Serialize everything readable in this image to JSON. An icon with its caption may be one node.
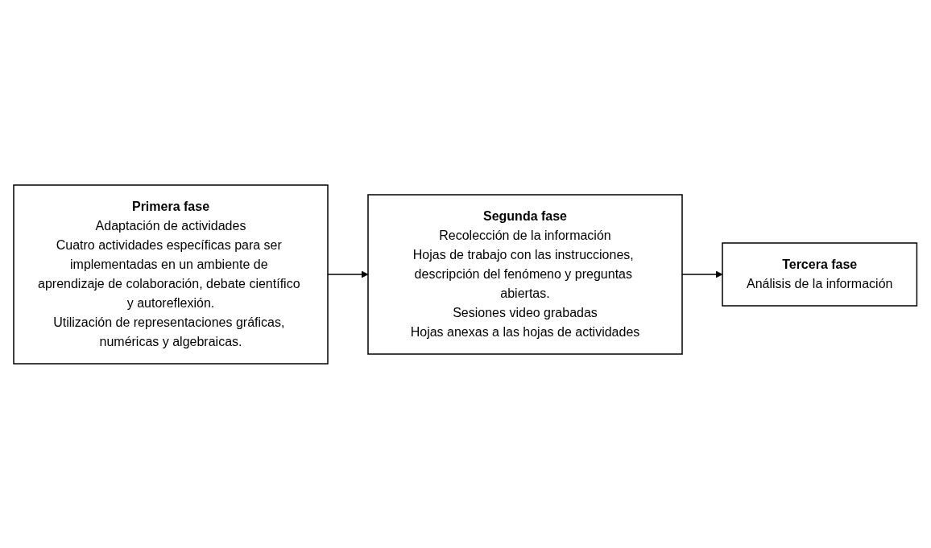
{
  "diagram": {
    "nodes": [
      {
        "text": [
          "Primera fase",
          "Adaptación de actividades",
          "Cuatro actividades específicas para ser implementadas en un ambiente de aprendizaje de colaboración, debate científico y autoreflexión.",
          "Utilización de representaciones gráficas, numéricas y algebraicas."
        ]
      },
      {
        "text": [
          "Segunda fase",
          "Recolección de la información",
          "Hojas de trabajo con las instrucciones, descripción del fenómeno y preguntas abiertas.",
          "Sesiones video grabadas",
          "Hojas anexas a las hojas de actividades"
        ]
      },
      {
        "text": [
          "Tercera fase",
          "Análisis de la información"
        ]
      }
    ],
    "edges": [
      {
        "from": 0,
        "to": 1,
        "arrow": "to"
      },
      {
        "from": 1,
        "to": 2,
        "arrow": "to"
      }
    ]
  }
}
